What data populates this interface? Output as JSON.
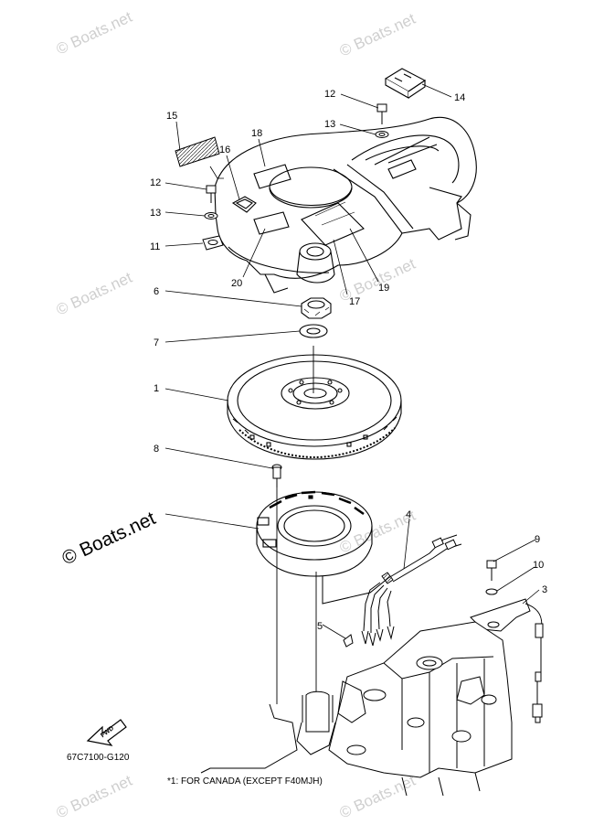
{
  "watermark": "© Boats.net",
  "diagram_code": "67C7100-G120",
  "footnote": "*1: FOR CANADA (EXCEPT F40MJH)",
  "fwd_label": "FWD",
  "callouts": [
    "1",
    "3",
    "4",
    "5",
    "6",
    "7",
    "8",
    "9",
    "10",
    "11",
    "12",
    "12",
    "13",
    "13",
    "14",
    "15",
    "16",
    "17",
    "18",
    "19",
    "20"
  ]
}
